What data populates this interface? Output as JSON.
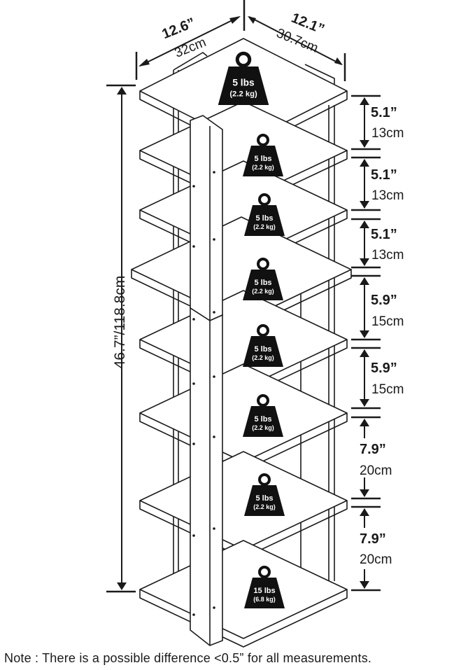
{
  "width": {
    "inches": "12.6”",
    "cm": "32cm"
  },
  "depth": {
    "inches": "12.1”",
    "cm": "30.7cm"
  },
  "height": {
    "label": "46.7”/118.8cm"
  },
  "spacings": [
    {
      "inches": "5.1”",
      "cm": "13cm"
    },
    {
      "inches": "5.1”",
      "cm": "13cm"
    },
    {
      "inches": "5.1”",
      "cm": "13cm"
    },
    {
      "inches": "5.9”",
      "cm": "15cm"
    },
    {
      "inches": "5.9”",
      "cm": "15cm"
    },
    {
      "inches": "7.9”",
      "cm": "20cm"
    },
    {
      "inches": "7.9”",
      "cm": "20cm"
    }
  ],
  "weights": [
    {
      "lbs": "5 lbs",
      "kg": "(2.2 kg)"
    },
    {
      "lbs": "5 lbs",
      "kg": "(2.2 kg)"
    },
    {
      "lbs": "5 lbs",
      "kg": "(2.2 kg)"
    },
    {
      "lbs": "5 lbs",
      "kg": "(2.2 kg)"
    },
    {
      "lbs": "5 lbs",
      "kg": "(2.2 kg)"
    },
    {
      "lbs": "5 lbs",
      "kg": "(2.2 kg)"
    },
    {
      "lbs": "5 lbs",
      "kg": "(2.2 kg)"
    },
    {
      "lbs": "15 lbs",
      "kg": "(6.8 kg)"
    }
  ],
  "note": "Note : There is a possible difference <0.5” for all measurements.",
  "colors": {
    "line": "#1a1a1a",
    "weight_fill": "#111111",
    "weight_text": "#ffffff"
  }
}
